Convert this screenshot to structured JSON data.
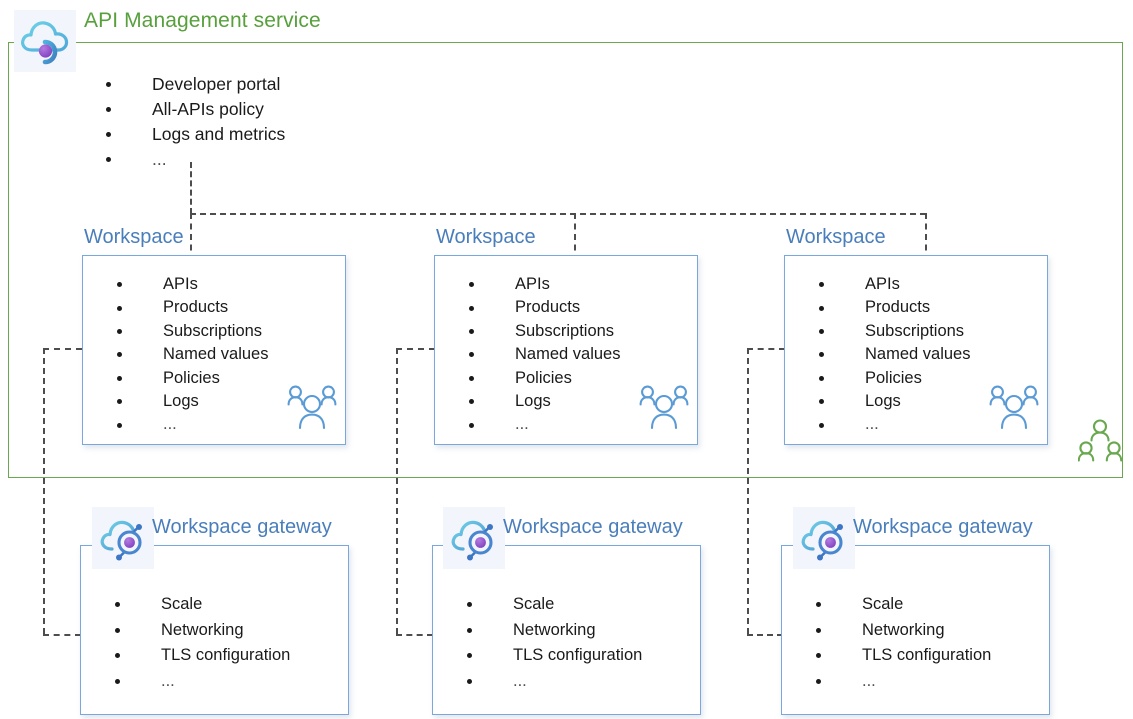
{
  "service": {
    "title": "API Management service",
    "icon": "api-management-cloud-icon",
    "accent_color": "#57A03C",
    "border_color": "#6AA84F",
    "bullets": [
      "Developer portal",
      "All-APIs policy",
      "Logs and metrics",
      "..."
    ]
  },
  "workspaces": [
    {
      "label": "Workspace",
      "icon": "people-group-icon",
      "bullets": [
        "APIs",
        "Products",
        "Subscriptions",
        "Named values",
        "Policies",
        "Logs",
        "..."
      ]
    },
    {
      "label": "Workspace",
      "icon": "people-group-icon",
      "bullets": [
        "APIs",
        "Products",
        "Subscriptions",
        "Named values",
        "Policies",
        "Logs",
        "..."
      ]
    },
    {
      "label": "Workspace",
      "icon": "people-group-icon",
      "bullets": [
        "APIs",
        "Products",
        "Subscriptions",
        "Named values",
        "Policies",
        "Logs",
        "..."
      ]
    }
  ],
  "gateways": [
    {
      "label": "Workspace gateway",
      "icon": "workspace-gateway-cloud-icon",
      "bullets": [
        "Scale",
        "Networking",
        "TLS configuration",
        "..."
      ]
    },
    {
      "label": "Workspace gateway",
      "icon": "workspace-gateway-cloud-icon",
      "bullets": [
        "Scale",
        "Networking",
        "TLS configuration",
        "..."
      ]
    },
    {
      "label": "Workspace gateway",
      "icon": "workspace-gateway-cloud-icon",
      "bullets": [
        "Scale",
        "Networking",
        "TLS configuration",
        "..."
      ]
    }
  ],
  "service_people_icon": "green-people-group-icon",
  "colors": {
    "green": "#57A03C",
    "green_border": "#6AA84F",
    "blue_text": "#4A7EBB",
    "blue_border": "#7BA7DF",
    "blue_icon": "#5B9BD5",
    "purple": "#8A56C8",
    "cloud_blue": "#62C3E0",
    "dash": "#4d4d4d",
    "text": "#1a1a1a"
  }
}
